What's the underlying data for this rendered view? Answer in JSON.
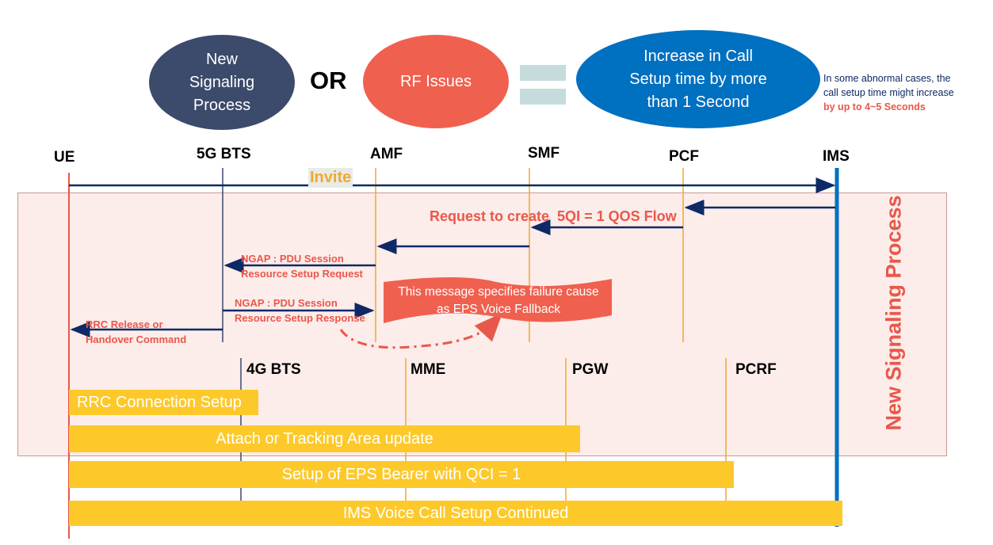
{
  "header": {
    "ellipse_left": "New\nSignaling\nProcess",
    "or_text": "OR",
    "ellipse_middle": "RF Issues",
    "ellipse_right": "Increase in Call\nSetup time by more\nthan 1 Second",
    "note_line1": "In some abnormal cases, the",
    "note_line2": "call setup time might increase",
    "note_line3": "by up to 4~5 Seconds"
  },
  "nodes_5g": {
    "ue": "UE",
    "bts5g": "5G BTS",
    "amf": "AMF",
    "smf": "SMF",
    "pcf": "PCF",
    "ims": "IMS"
  },
  "nodes_4g": {
    "bts4g": "4G BTS",
    "mme": "MME",
    "pgw": "PGW",
    "pcrf": "PCRF"
  },
  "messages": {
    "invite": "Invite",
    "request_qos": "Request to create  5QI = 1 QOS Flow",
    "ngap_request": "NGAP : PDU Session\nResource Setup Request",
    "ngap_response": "NGAP : PDU Session\nResource Setup Response",
    "rrc_release": "RRC Release or\nHandover Command",
    "callout": "This message specifies failure cause as EPS Voice Fallback"
  },
  "side_label": "New Signaling Process",
  "bars": {
    "rrc_setup": "RRC Connection Setup",
    "attach": "Attach or Tracking Area update",
    "eps_bearer": "Setup of EPS Bearer with QCI = 1",
    "ims_continued": "IMS Voice Call Setup Continued"
  },
  "colors": {
    "navy": "#3c4a6b",
    "coral": "#f0604f",
    "blue": "#0070c0",
    "arrow": "#0d2a66",
    "gold": "#fdc92a",
    "panel": "#fcecea",
    "label_red": "#e8584a",
    "equals_teal": "#c6dcdc"
  }
}
